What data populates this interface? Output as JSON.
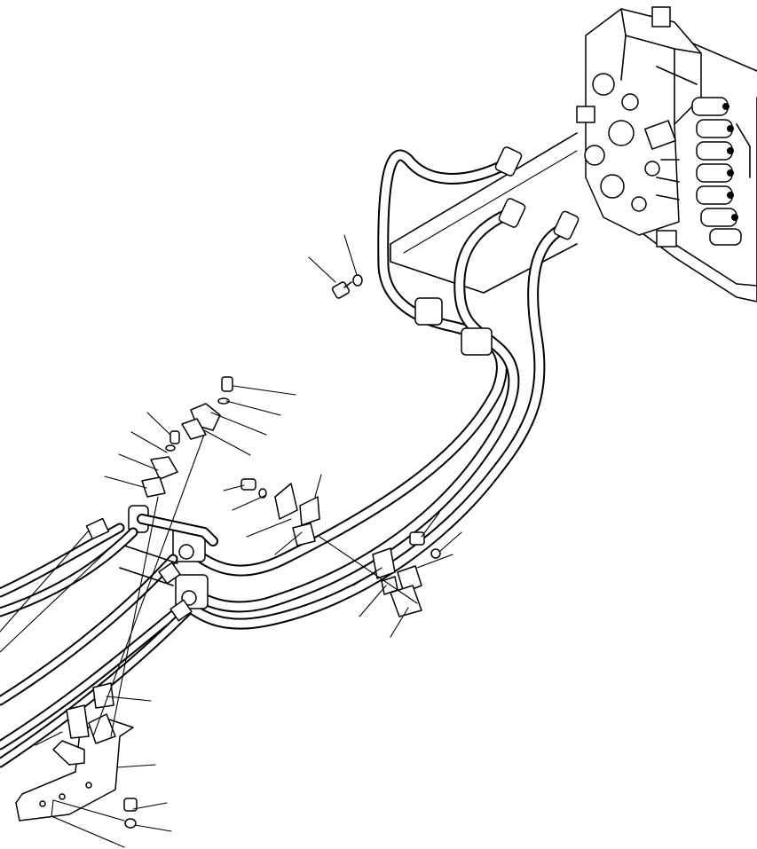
{
  "figure": {
    "kind": "exploded parts diagram (hydraulic piping to control valve)",
    "printed_text": []
  },
  "components": [
    {
      "name": "control-valve-assembly"
    },
    {
      "name": "hydraulic-tube-upper"
    },
    {
      "name": "hydraulic-tube-middle"
    },
    {
      "name": "hydraulic-tube-lower"
    },
    {
      "name": "hydraulic-hose-bundle"
    },
    {
      "name": "mounting-bracket"
    },
    {
      "name": "tube-clamp"
    },
    {
      "name": "bolt"
    },
    {
      "name": "washer"
    }
  ],
  "colors": {
    "line": "#000000",
    "background": "#ffffff"
  }
}
